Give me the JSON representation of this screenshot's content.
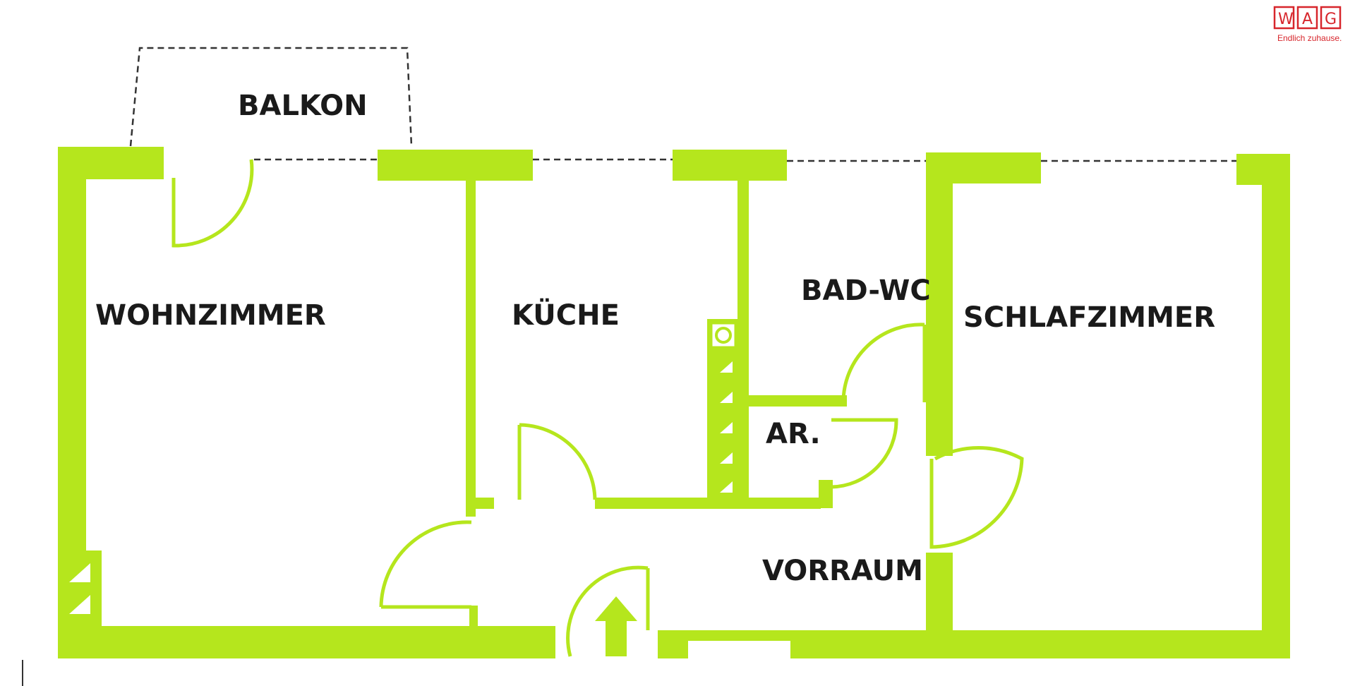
{
  "rooms": {
    "balkon": "BALKON",
    "wohnzimmer": "WOHNZIMMER",
    "kueche": "KÜCHE",
    "bad_wc": "BAD-WC",
    "schlafzimmer": "SCHLAFZIMMER",
    "abstellraum": "AR.",
    "vorraum": "VORRAUM"
  },
  "logo": {
    "letters": [
      "W",
      "A",
      "G"
    ],
    "tagline": "Endlich zuhause."
  },
  "colors": {
    "wall": "#b5e61d",
    "logo": "#d7262c",
    "label": "#1a1a1a"
  },
  "icons": {
    "entrance": "entrance-arrow-icon",
    "stove": "stove-icon"
  }
}
